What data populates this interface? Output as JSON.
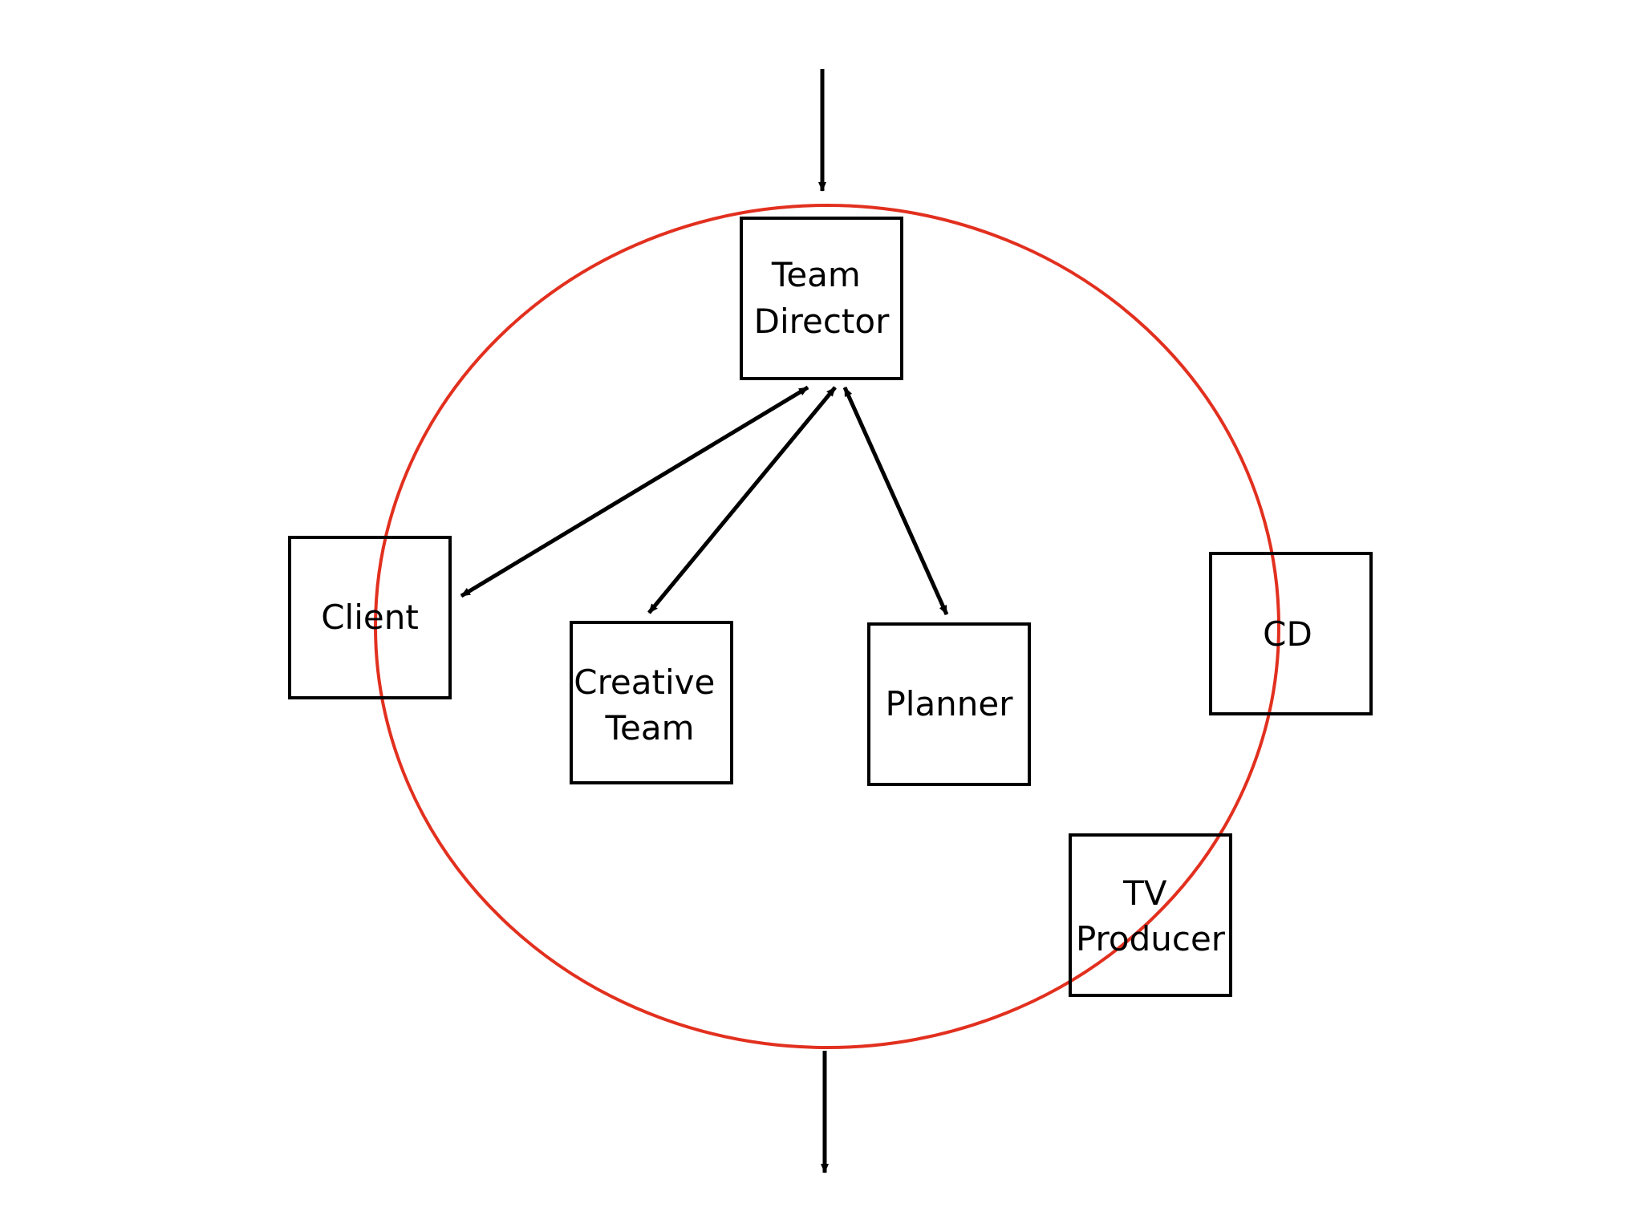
{
  "diagram": {
    "colors": {
      "ellipse_stroke": "#e2301f",
      "box_stroke": "#000000",
      "arrow": "#000000",
      "text": "#000000",
      "background": "#ffffff"
    },
    "nodes": {
      "team_director": {
        "lines": [
          "Team",
          "Director"
        ]
      },
      "client": {
        "lines": [
          "Client"
        ]
      },
      "creative_team": {
        "lines": [
          "Creative",
          "Team"
        ]
      },
      "planner": {
        "lines": [
          "Planner"
        ]
      },
      "cd": {
        "lines": [
          "CD"
        ]
      },
      "tv_producer": {
        "lines": [
          "TV",
          "Producer"
        ]
      }
    },
    "connections": [
      {
        "from": "team_director",
        "to": "client",
        "direction": "bidirectional"
      },
      {
        "from": "team_director",
        "to": "creative_team",
        "direction": "bidirectional"
      },
      {
        "from": "team_director",
        "to": "planner",
        "direction": "bidirectional"
      },
      {
        "from": "external",
        "to": "team_director",
        "direction": "incoming"
      },
      {
        "from": "ellipse",
        "to": "external",
        "direction": "outgoing"
      }
    ]
  }
}
